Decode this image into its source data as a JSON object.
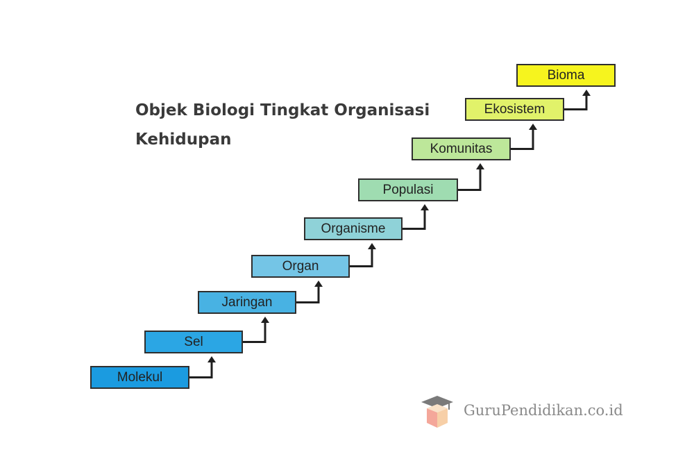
{
  "title_lines": [
    "Objek Biologi Tingkat Organisasi",
    "Kehidupan"
  ],
  "levels": [
    {
      "label": "Molekul",
      "color": "#1b9be0"
    },
    {
      "label": "Sel",
      "color": "#2ba6e4"
    },
    {
      "label": "Jaringan",
      "color": "#48b2e3"
    },
    {
      "label": "Organ",
      "color": "#74c5e6"
    },
    {
      "label": "Organisme",
      "color": "#8fd2d8"
    },
    {
      "label": "Populasi",
      "color": "#9fdcb1"
    },
    {
      "label": "Komunitas",
      "color": "#bde79a"
    },
    {
      "label": "Ekosistem",
      "color": "#e1f26a"
    },
    {
      "label": "Bioma",
      "color": "#f6f41e"
    }
  ],
  "watermark": {
    "text": "GuruPendidikan.co.id",
    "icon": "graduation-cap-cube-icon"
  }
}
